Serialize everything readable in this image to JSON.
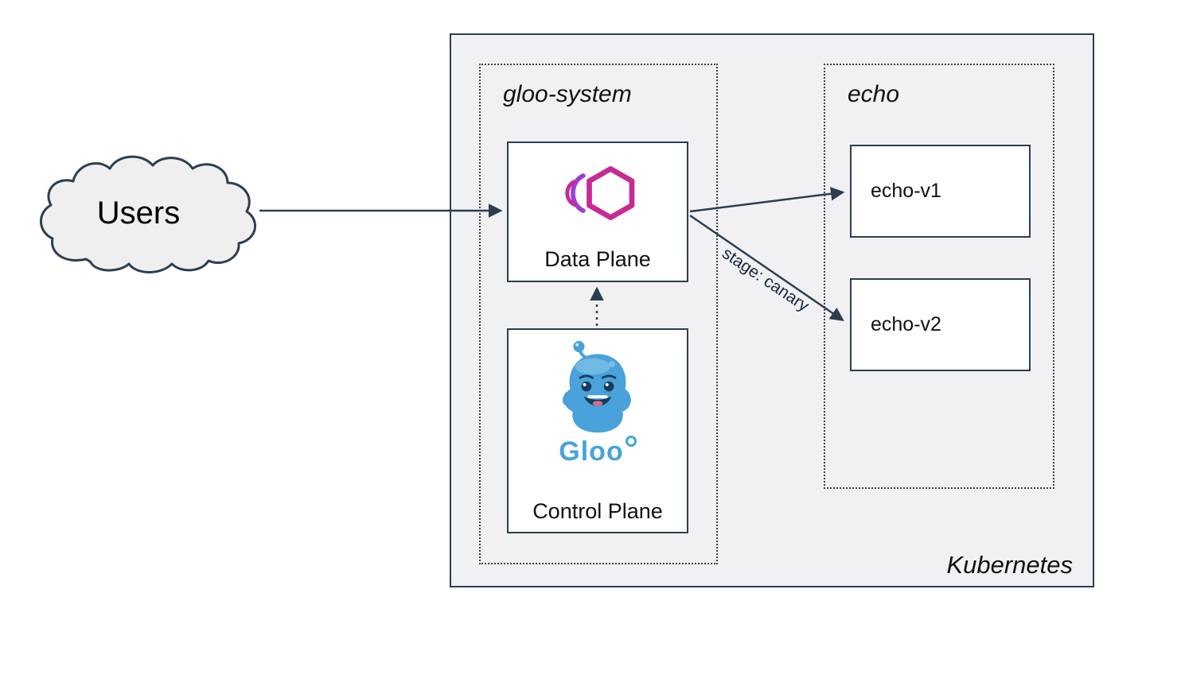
{
  "diagram": {
    "external": {
      "users_label": "Users"
    },
    "cluster": {
      "label": "Kubernetes"
    },
    "namespaces": {
      "gloo_system": {
        "label": "gloo-system"
      },
      "echo": {
        "label": "echo"
      }
    },
    "nodes": {
      "data_plane": {
        "label": "Data Plane"
      },
      "control_plane": {
        "label": "Control Plane",
        "wordmark": "Gloo"
      },
      "echo_v1": {
        "label": "echo-v1"
      },
      "echo_v2": {
        "label": "echo-v2"
      }
    },
    "edges": {
      "users_to_data_plane": {
        "style": "solid"
      },
      "data_plane_to_echo_v1": {
        "style": "solid"
      },
      "data_plane_to_echo_v2": {
        "style": "solid",
        "label": "stage: canary"
      },
      "control_plane_to_data_plane": {
        "style": "dotted"
      }
    },
    "icons": {
      "data_plane": "gloo-hexagon-icon",
      "control_plane": "gloo-mascot-icon",
      "users": "cloud-shape"
    },
    "colors": {
      "edge": "#2d3e50",
      "cluster_fill": "#f1f1f3",
      "node_border": "#2d3e50",
      "gloo_pink": "#c62b94",
      "gloo_purple": "#9b3fd1",
      "gloo_blue": "#49a2da"
    }
  }
}
